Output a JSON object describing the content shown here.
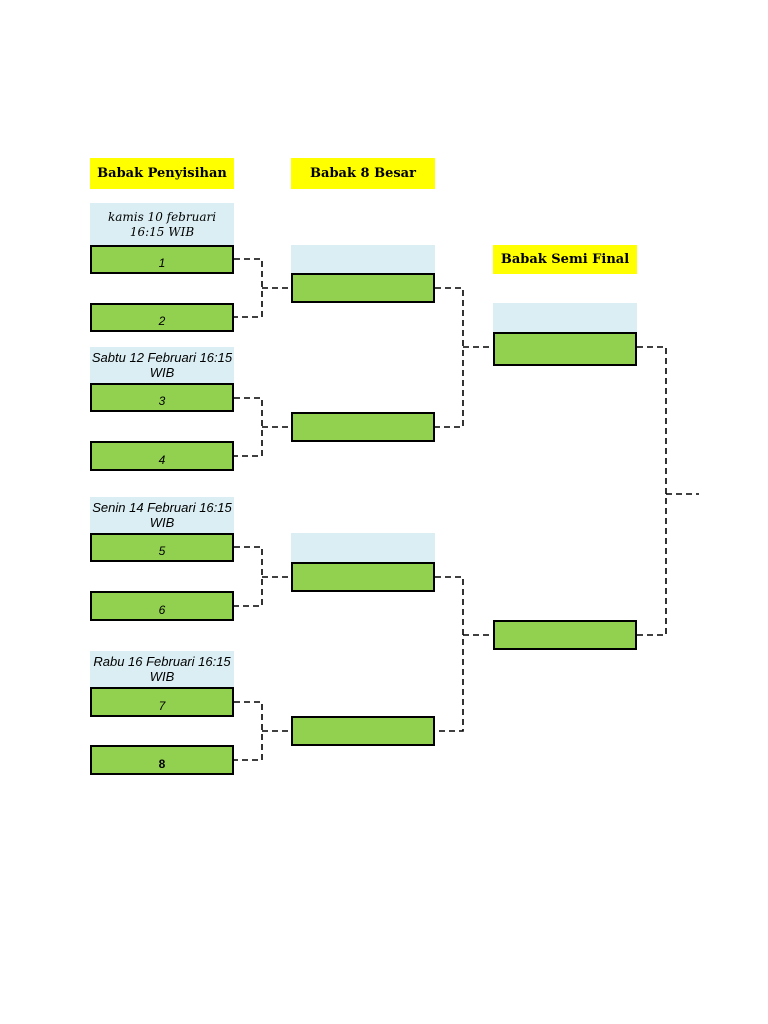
{
  "headers": {
    "round1": "Babak Penyisihan",
    "round2": "Babak 8 Besar",
    "round3": "Babak Semi Final"
  },
  "schedule": [
    "kamis 10 februari 16:15 WIB",
    "Sabtu 12 Februari 16:15 WIB",
    "Senin 14 Februari 16:15 WIB",
    "Rabu 16 Februari 16:15 WIB"
  ],
  "teams": [
    "1",
    "2",
    "3",
    "4",
    "5",
    "6",
    "7",
    "8"
  ],
  "colors": {
    "header": "#ffff00",
    "slot": "#92d050",
    "date_band": "#daeef3"
  }
}
